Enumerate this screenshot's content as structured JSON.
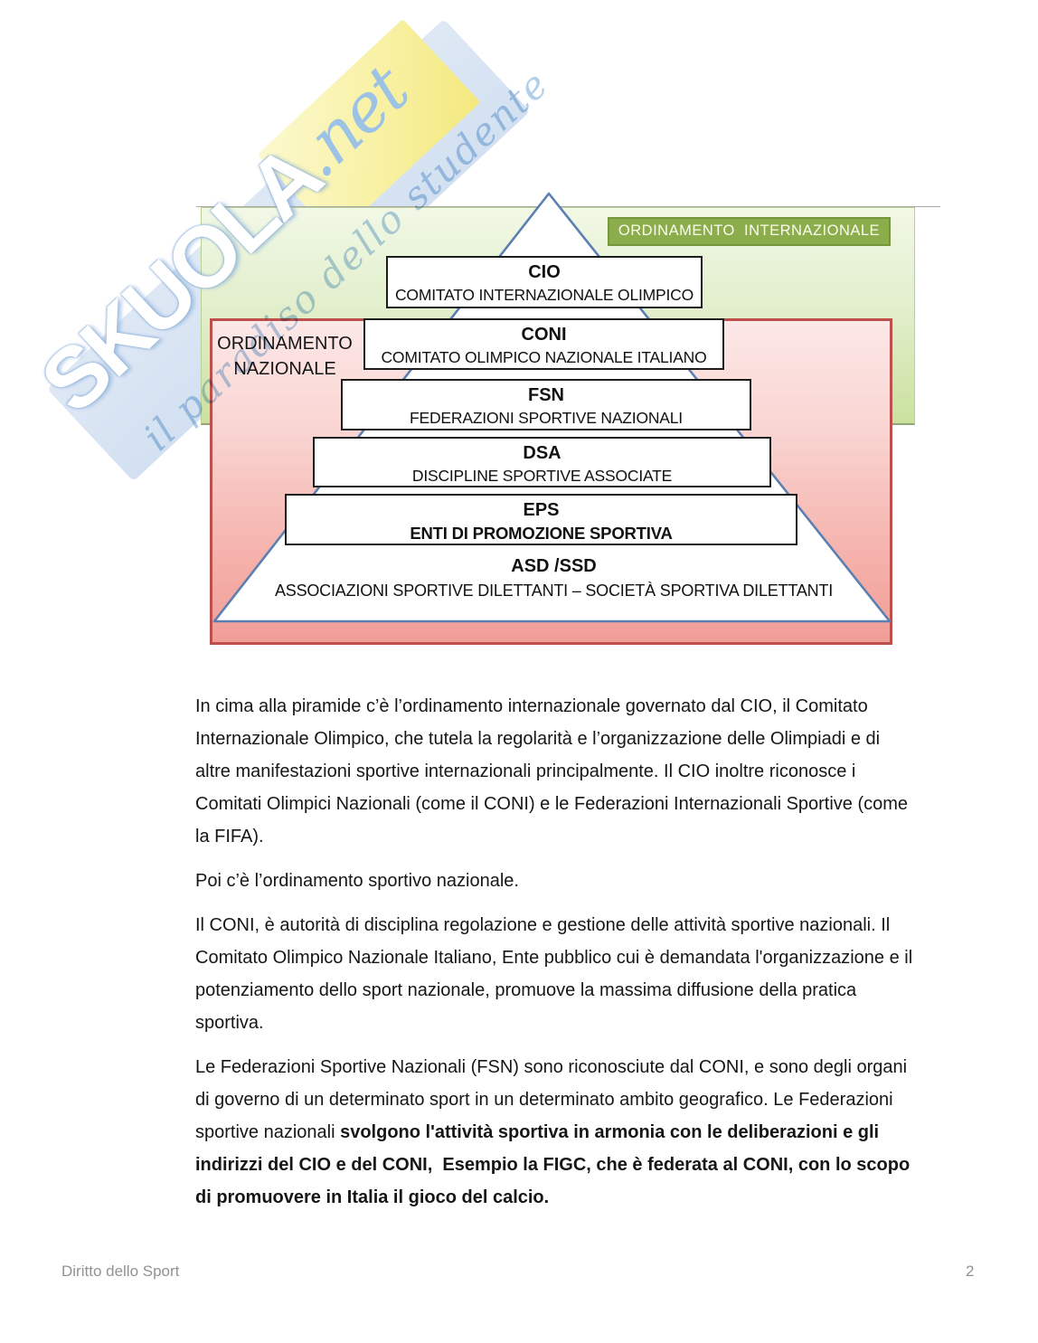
{
  "watermark": {
    "brand": "SKUOLA",
    "brand_suffix": ".net",
    "tagline": "il paradiso dello studente"
  },
  "diagram": {
    "international_label": "ORDINAMENTO  INTERNAZIONALE",
    "national_label_line1": "ORDINAMENTO",
    "national_label_line2": "NAZIONALE",
    "levels": [
      {
        "acronym": "CIO",
        "name": "COMITATO INTERNAZIONALE OLIMPICO"
      },
      {
        "acronym": "CONI",
        "name": "COMITATO OLIMPICO NAZIONALE ITALIANO"
      },
      {
        "acronym": "FSN",
        "name": "FEDERAZIONI SPORTIVE NAZIONALI"
      },
      {
        "acronym": "DSA",
        "name": "DISCIPLINE SPORTIVE ASSOCIATE"
      },
      {
        "acronym": "EPS",
        "name": "ENTI DI PROMOZIONE SPORTIVA"
      },
      {
        "acronym": "ASD /SSD",
        "name": "ASSOCIAZIONI SPORTIVE DILETTANTI – SOCIETÀ SPORTIVA DILETTANTI"
      }
    ],
    "colors": {
      "green_area_top": "#f1f8e6",
      "green_area_bottom": "#cbe19f",
      "green_badge_bg": "#8cad4b",
      "green_badge_border": "#75963c",
      "red_area_top": "#fce8e7",
      "red_area_bottom": "#f19d97",
      "red_border": "#bf4f4b",
      "pyramid_stroke": "#5b7fb3",
      "box_border": "#1c1c1c"
    }
  },
  "body": {
    "p1": "In cima alla piramide c’è l’ordinamento internazionale governato dal CIO, il Comitato Internazionale Olimpico, che tutela la regolarità e l’organizzazione delle Olimpiadi e di altre manifestazioni sportive internazionali principalmente. Il CIO inoltre riconosce i Comitati Olimpici Nazionali (come il CONI) e le Federazioni Internazionali Sportive (come la FIFA).",
    "p2": "Poi c’è l’ordinamento sportivo nazionale.",
    "p3": "Il CONI, è autorità di disciplina regolazione e gestione delle attività sportive nazionali. Il Comitato Olimpico Nazionale Italiano, Ente pubblico cui è demandata l'organizzazione e il potenziamento dello sport nazionale, promuove la massima diffusione della pratica sportiva.",
    "p4_normal": "Le Federazioni Sportive Nazionali (FSN) sono riconosciute dal CONI, e sono degli organi di governo di un determinato sport in un determinato ambito geografico. Le Federazioni sportive nazionali ",
    "p4_bold": "svolgono l'attività sportiva in armonia con le deliberazioni e gli indirizzi del CIO e del CONI,  Esempio la FIGC, che è federata al CONI, con lo scopo di promuovere in Italia il gioco del calcio."
  },
  "footer": {
    "doc_title": "Diritto dello Sport",
    "page_number": "2"
  }
}
